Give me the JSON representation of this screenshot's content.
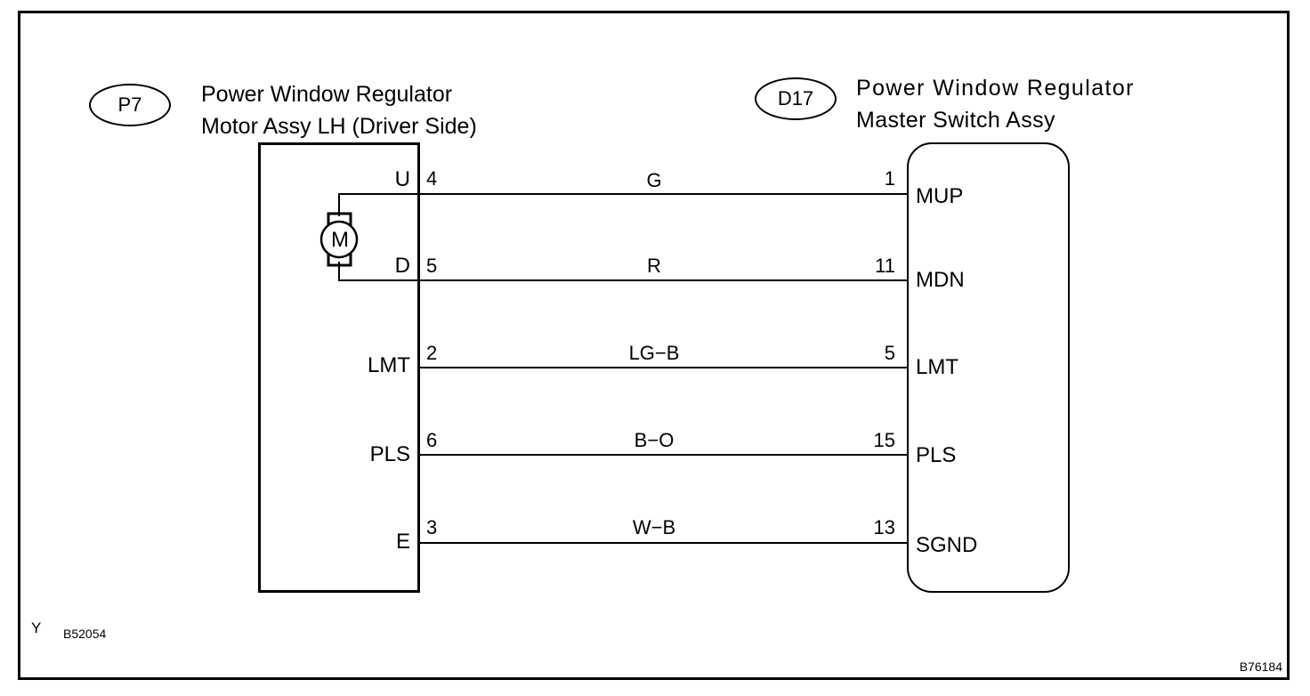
{
  "left_connector": {
    "code": "P7",
    "title_line1": "Power Window Regulator",
    "title_line2": "Motor Assy LH (Driver Side)",
    "motor_label": "M"
  },
  "right_connector": {
    "code": "D17",
    "title_line1": "Power Window Regulator",
    "title_line2": "Master Switch Assy"
  },
  "wires": [
    {
      "left_terminal": "U",
      "left_pin": "4",
      "color": "G",
      "right_pin": "1",
      "right_terminal": "MUP"
    },
    {
      "left_terminal": "D",
      "left_pin": "5",
      "color": "R",
      "right_pin": "11",
      "right_terminal": "MDN"
    },
    {
      "left_terminal": "LMT",
      "left_pin": "2",
      "color": "LG−B",
      "right_pin": "5",
      "right_terminal": "LMT"
    },
    {
      "left_terminal": "PLS",
      "left_pin": "6",
      "color": "B−O",
      "right_pin": "15",
      "right_terminal": "PLS"
    },
    {
      "left_terminal": "E",
      "left_pin": "3",
      "color": "W−B",
      "right_pin": "13",
      "right_terminal": "SGND"
    }
  ],
  "footer": {
    "region_mark": "Y",
    "ref_left": "B52054",
    "ref_right": "B76184"
  }
}
